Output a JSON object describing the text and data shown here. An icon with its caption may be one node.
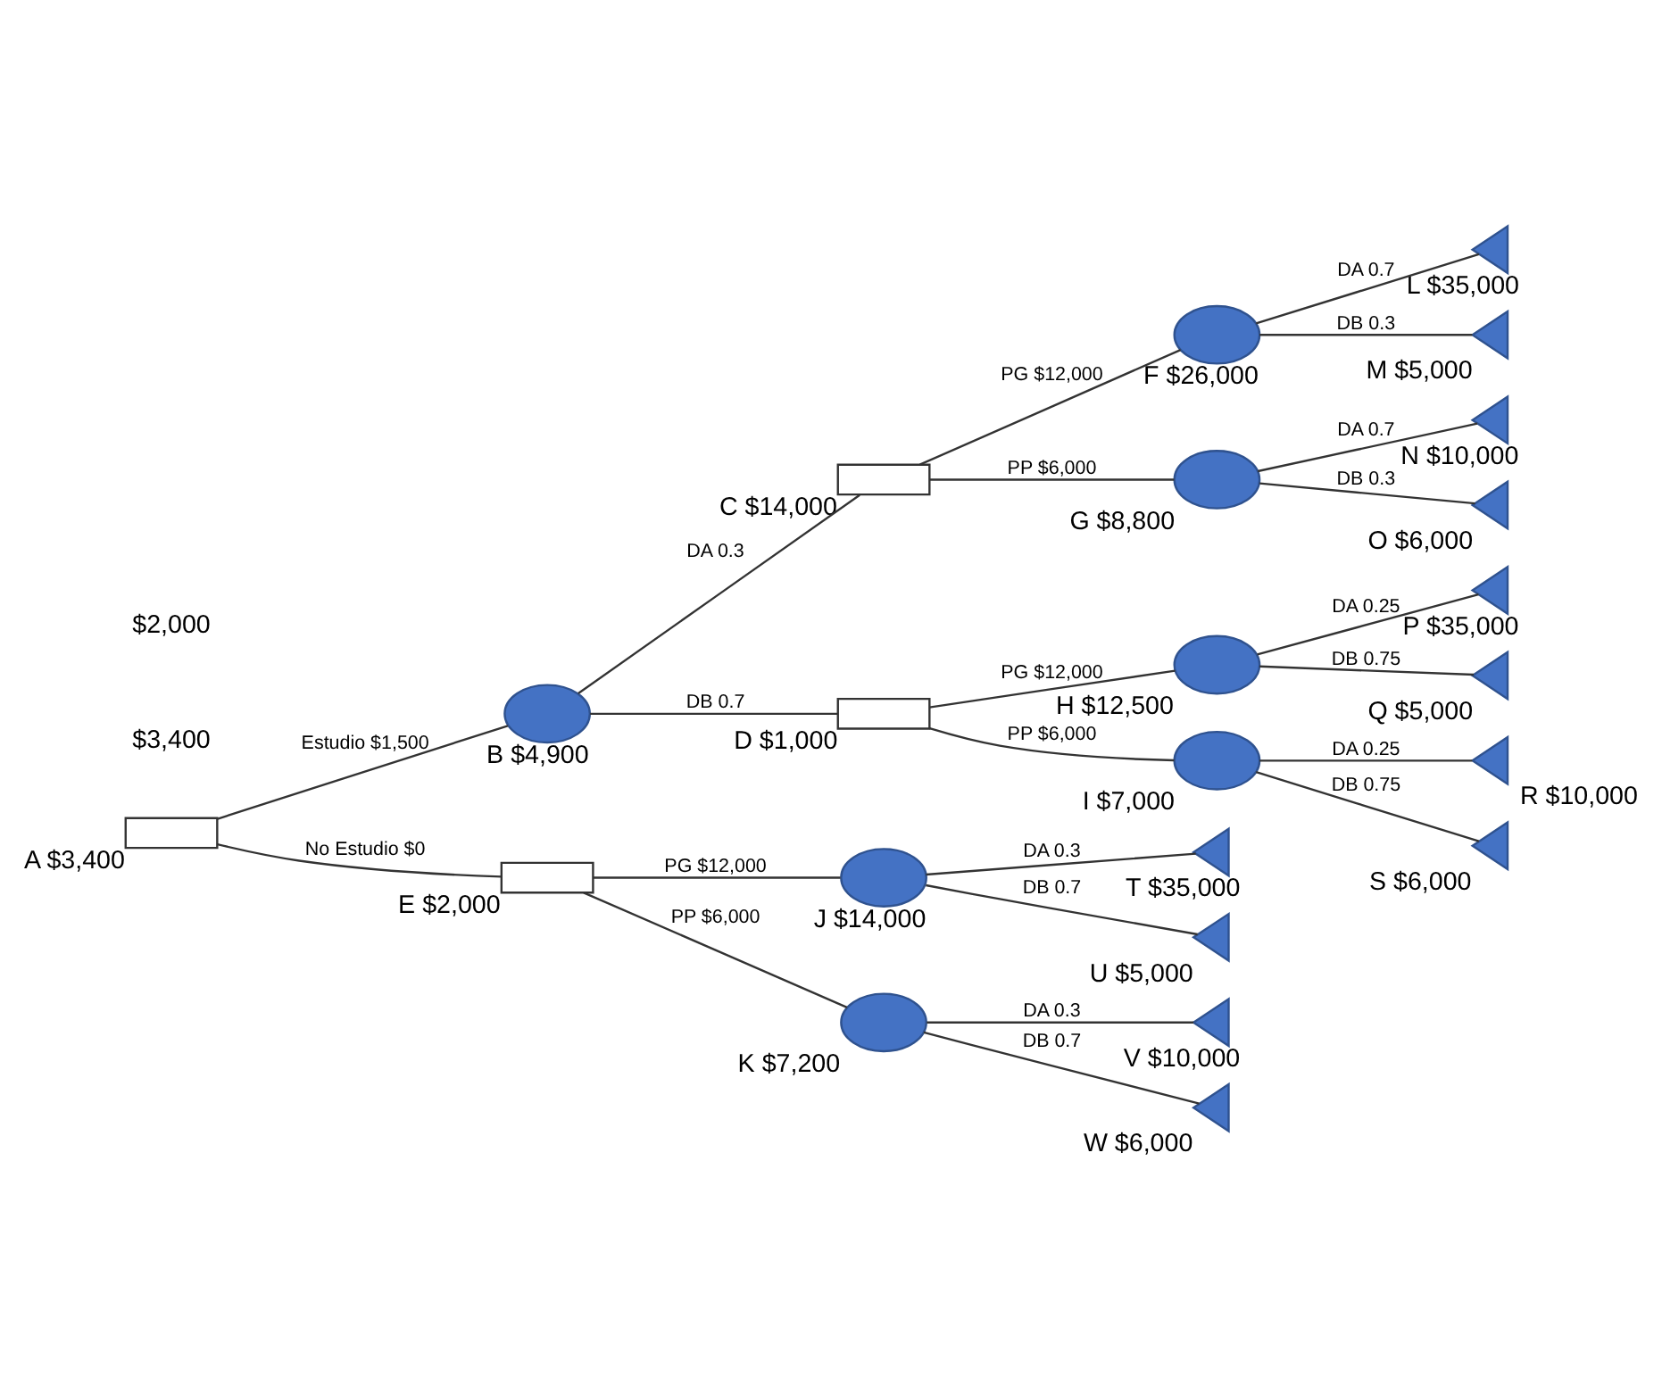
{
  "diagram": {
    "nodes": [
      {
        "text": [],
        "shape": "box",
        "beside": [
          "A $3,400"
        ]
      },
      {
        "text": [],
        "shape": "circle",
        "beside": [
          "B $4,900"
        ]
      },
      {
        "text": [],
        "shape": "box",
        "beside": [
          "C $14,000"
        ]
      },
      {
        "text": [],
        "shape": "box",
        "beside": [
          "D $1,000"
        ]
      },
      {
        "text": [],
        "shape": "box",
        "beside": [
          "E $2,000"
        ]
      },
      {
        "text": [],
        "shape": "circle",
        "beside": [
          "F $26,000"
        ]
      },
      {
        "text": [],
        "shape": "circle",
        "beside": [
          "G $8,800"
        ]
      },
      {
        "text": [],
        "shape": "circle",
        "beside": [
          "H $12,500"
        ]
      },
      {
        "text": [],
        "shape": "circle",
        "beside": [
          "I $7,000"
        ]
      },
      {
        "text": [],
        "shape": "circle",
        "beside": [
          "J $14,000"
        ]
      },
      {
        "text": [],
        "shape": "circle",
        "beside": [
          "K $7,200"
        ]
      },
      {
        "text": [],
        "shape": "triangle",
        "beside": [
          "L $35,000"
        ]
      },
      {
        "text": [],
        "shape": "triangle",
        "beside": [
          "M $5,000"
        ]
      },
      {
        "text": [],
        "shape": "triangle",
        "beside": [
          "N $10,000"
        ]
      },
      {
        "text": [],
        "shape": "triangle",
        "beside": [
          "O $6,000"
        ]
      },
      {
        "text": [],
        "shape": "triangle",
        "beside": [
          "P $35,000"
        ]
      },
      {
        "text": [],
        "shape": "triangle",
        "beside": [
          "Q $5,000"
        ]
      },
      {
        "text": [],
        "shape": "triangle",
        "beside": [
          "R $10,000"
        ]
      },
      {
        "text": [],
        "shape": "triangle",
        "beside": [
          "S $6,000"
        ]
      },
      {
        "text": [],
        "shape": "triangle",
        "beside": [
          "T $35,000"
        ]
      },
      {
        "text": [],
        "shape": "triangle",
        "beside": [
          "U $5,000"
        ]
      },
      {
        "text": [],
        "shape": "triangle",
        "beside": [
          "V $10,000"
        ]
      },
      {
        "text": [],
        "shape": "triangle",
        "beside": [
          "W $6,000"
        ]
      }
    ],
    "edges": [
      {
        "from": 0,
        "to": 1,
        "arrow": "none",
        "label": "Estudio $1,500"
      },
      {
        "from": 0,
        "to": 4,
        "arrow": "none",
        "label": "No Estudio $0"
      },
      {
        "from": 1,
        "to": 2,
        "arrow": "none",
        "label": "DA 0.3"
      },
      {
        "from": 1,
        "to": 3,
        "arrow": "none",
        "label": "DB 0.7"
      },
      {
        "from": 2,
        "to": 5,
        "arrow": "none",
        "label": "PG $12,000"
      },
      {
        "from": 2,
        "to": 6,
        "arrow": "none",
        "label": "PP $6,000"
      },
      {
        "from": 3,
        "to": 7,
        "arrow": "none",
        "label": "PG $12,000"
      },
      {
        "from": 3,
        "to": 8,
        "arrow": "none",
        "label": "PP $6,000"
      },
      {
        "from": 4,
        "to": 9,
        "arrow": "none",
        "label": "PG $12,000"
      },
      {
        "from": 4,
        "to": 10,
        "arrow": "none",
        "label": "PP $6,000"
      },
      {
        "from": 5,
        "to": 11,
        "arrow": "none",
        "label": "DA 0.7"
      },
      {
        "from": 5,
        "to": 12,
        "arrow": "none",
        "label": "DB 0.3"
      },
      {
        "from": 6,
        "to": 13,
        "arrow": "none",
        "label": "DA 0.7"
      },
      {
        "from": 6,
        "to": 14,
        "arrow": "none",
        "label": "DB 0.3"
      },
      {
        "from": 7,
        "to": 15,
        "arrow": "none",
        "label": "DA 0.25"
      },
      {
        "from": 7,
        "to": 16,
        "arrow": "none",
        "label": "DB 0.75"
      },
      {
        "from": 8,
        "to": 17,
        "arrow": "none",
        "label": "DA 0.25"
      },
      {
        "from": 8,
        "to": 18,
        "arrow": "none",
        "label": "DB 0.75"
      },
      {
        "from": 9,
        "to": 19,
        "arrow": "none",
        "label": "DA 0.3"
      },
      {
        "from": 9,
        "to": 20,
        "arrow": "none",
        "label": "DB 0.7"
      },
      {
        "from": 10,
        "to": 21,
        "arrow": "none",
        "label": "DA 0.3"
      },
      {
        "from": 10,
        "to": 22,
        "arrow": "none",
        "label": "DB 0.7"
      }
    ],
    "labels": [
      "$3,400",
      "$2,000"
    ]
  }
}
